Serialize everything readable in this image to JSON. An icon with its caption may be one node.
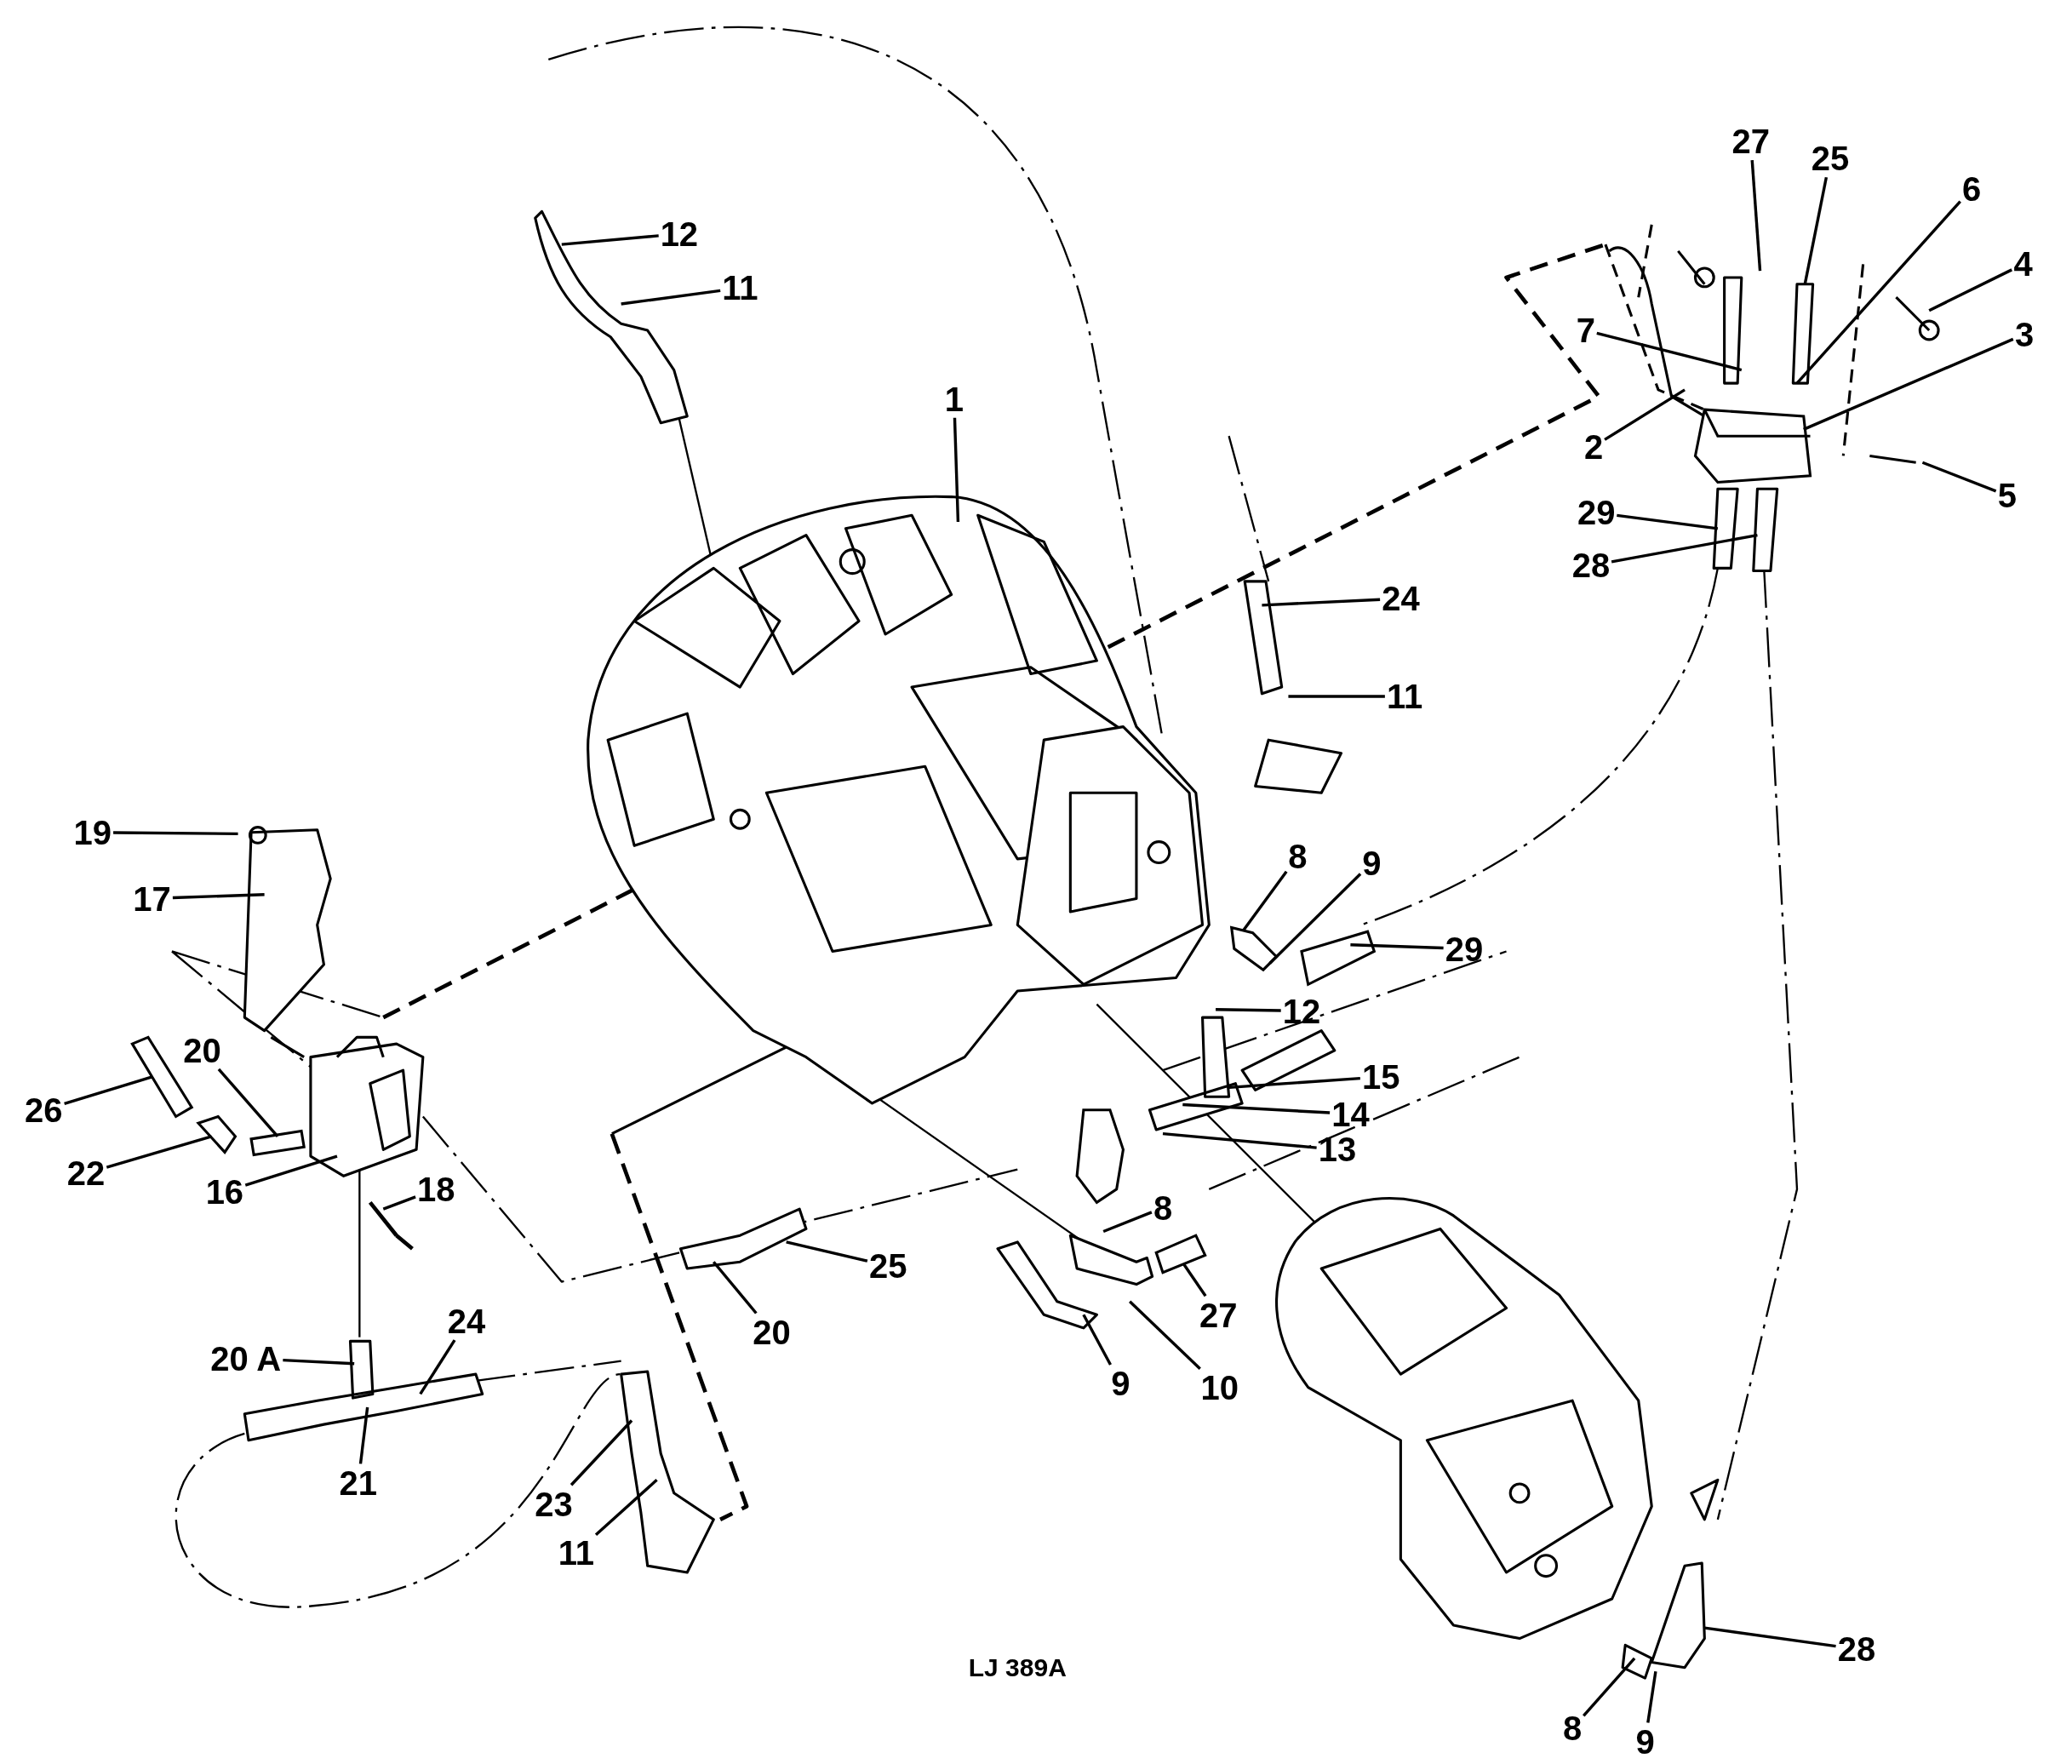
{
  "diagram": {
    "nodes": [
      {
        "text": [
          "27"
        ]
      },
      {
        "text": [
          "25"
        ]
      },
      {
        "text": [
          "6"
        ]
      },
      {
        "text": [
          "12"
        ]
      },
      {
        "text": [
          "4"
        ]
      },
      {
        "text": [
          "11"
        ]
      },
      {
        "text": [
          "7"
        ]
      },
      {
        "text": [
          "3"
        ]
      },
      {
        "text": [
          "1"
        ]
      },
      {
        "text": [
          "2"
        ]
      },
      {
        "text": [
          "5"
        ]
      },
      {
        "text": [
          "29"
        ]
      },
      {
        "text": [
          "28"
        ]
      },
      {
        "text": [
          "24"
        ]
      },
      {
        "text": [
          "11"
        ]
      },
      {
        "text": [
          "19"
        ]
      },
      {
        "text": [
          "8"
        ]
      },
      {
        "text": [
          "9"
        ]
      },
      {
        "text": [
          "17"
        ]
      },
      {
        "text": [
          "29"
        ]
      },
      {
        "text": [
          "12"
        ]
      },
      {
        "text": [
          "20"
        ]
      },
      {
        "text": [
          "15"
        ]
      },
      {
        "text": [
          "26"
        ]
      },
      {
        "text": [
          "14"
        ]
      },
      {
        "text": [
          "13"
        ]
      },
      {
        "text": [
          "22"
        ]
      },
      {
        "text": [
          "16"
        ]
      },
      {
        "text": [
          "18"
        ]
      },
      {
        "text": [
          "8"
        ]
      },
      {
        "text": [
          "25"
        ]
      },
      {
        "text": [
          "27"
        ]
      },
      {
        "text": [
          "24"
        ]
      },
      {
        "text": [
          "20"
        ]
      },
      {
        "text": [
          "20 A"
        ]
      },
      {
        "text": [
          "9"
        ]
      },
      {
        "text": [
          "10"
        ]
      },
      {
        "text": [
          "21"
        ]
      },
      {
        "text": [
          "23"
        ]
      },
      {
        "text": [
          "11"
        ]
      },
      {
        "text": [
          "28"
        ]
      },
      {
        "text": [
          "8"
        ]
      },
      {
        "text": [
          "9"
        ]
      },
      {
        "text": [],
        "shape": "picture"
      },
      {
        "text": [],
        "shape": "picture"
      },
      {
        "text": [],
        "shape": "picture"
      },
      {
        "text": [],
        "shape": "picture"
      }
    ],
    "edges": [
      {
        "from": 0,
        "to": null,
        "arrow": "none"
      },
      {
        "from": 1,
        "to": null,
        "arrow": "none"
      },
      {
        "from": 2,
        "to": null,
        "arrow": "none"
      },
      {
        "from": 3,
        "to": null,
        "arrow": "none"
      },
      {
        "from": 4,
        "to": null,
        "arrow": "none"
      },
      {
        "from": 5,
        "to": null,
        "arrow": "none"
      },
      {
        "from": 6,
        "to": null,
        "arrow": "none"
      },
      {
        "from": 7,
        "to": null,
        "arrow": "none"
      },
      {
        "from": 8,
        "to": null,
        "arrow": "none"
      },
      {
        "from": 9,
        "to": null,
        "arrow": "none"
      },
      {
        "from": 10,
        "to": null,
        "arrow": "none"
      },
      {
        "from": 11,
        "to": null,
        "arrow": "none"
      },
      {
        "from": 12,
        "to": null,
        "arrow": "none"
      },
      {
        "from": 13,
        "to": null,
        "arrow": "none"
      },
      {
        "from": 14,
        "to": null,
        "arrow": "none"
      },
      {
        "from": 15,
        "to": null,
        "arrow": "none"
      },
      {
        "from": 16,
        "to": 46,
        "arrow": "none"
      },
      {
        "from": 17,
        "to": 46,
        "arrow": "none"
      },
      {
        "from": 18,
        "to": null,
        "arrow": "none"
      },
      {
        "from": 19,
        "to": null,
        "arrow": "none"
      },
      {
        "from": 20,
        "to": null,
        "arrow": "none"
      },
      {
        "from": 21,
        "to": null,
        "arrow": "none"
      },
      {
        "from": 22,
        "to": null,
        "arrow": "none"
      },
      {
        "from": 23,
        "to": 43,
        "arrow": "none"
      },
      {
        "from": 24,
        "to": null,
        "arrow": "none"
      },
      {
        "from": 25,
        "to": null,
        "arrow": "none"
      },
      {
        "from": 26,
        "to": 44,
        "arrow": "none"
      },
      {
        "from": 27,
        "to": null,
        "arrow": "none"
      },
      {
        "from": 28,
        "to": null,
        "arrow": "none"
      },
      {
        "from": 29,
        "to": null,
        "arrow": "none"
      },
      {
        "from": 30,
        "to": null,
        "arrow": "none"
      },
      {
        "from": 31,
        "to": 45,
        "arrow": "none"
      },
      {
        "from": 32,
        "to": null,
        "arrow": "none"
      },
      {
        "from": 33,
        "to": null,
        "arrow": "none"
      },
      {
        "from": 34,
        "to": null,
        "arrow": "none"
      },
      {
        "from": 35,
        "to": null,
        "arrow": "none"
      },
      {
        "from": 36,
        "to": null,
        "arrow": "none"
      },
      {
        "from": 37,
        "to": null,
        "arrow": "none"
      },
      {
        "from": 38,
        "to": null,
        "arrow": "none"
      },
      {
        "from": 39,
        "to": null,
        "arrow": "none"
      },
      {
        "from": 40,
        "to": null,
        "arrow": "none"
      },
      {
        "from": 41,
        "to": null,
        "arrow": "none"
      },
      {
        "from": 42,
        "to": null,
        "arrow": "none"
      }
    ],
    "labels": [
      "LJ 389A"
    ]
  }
}
